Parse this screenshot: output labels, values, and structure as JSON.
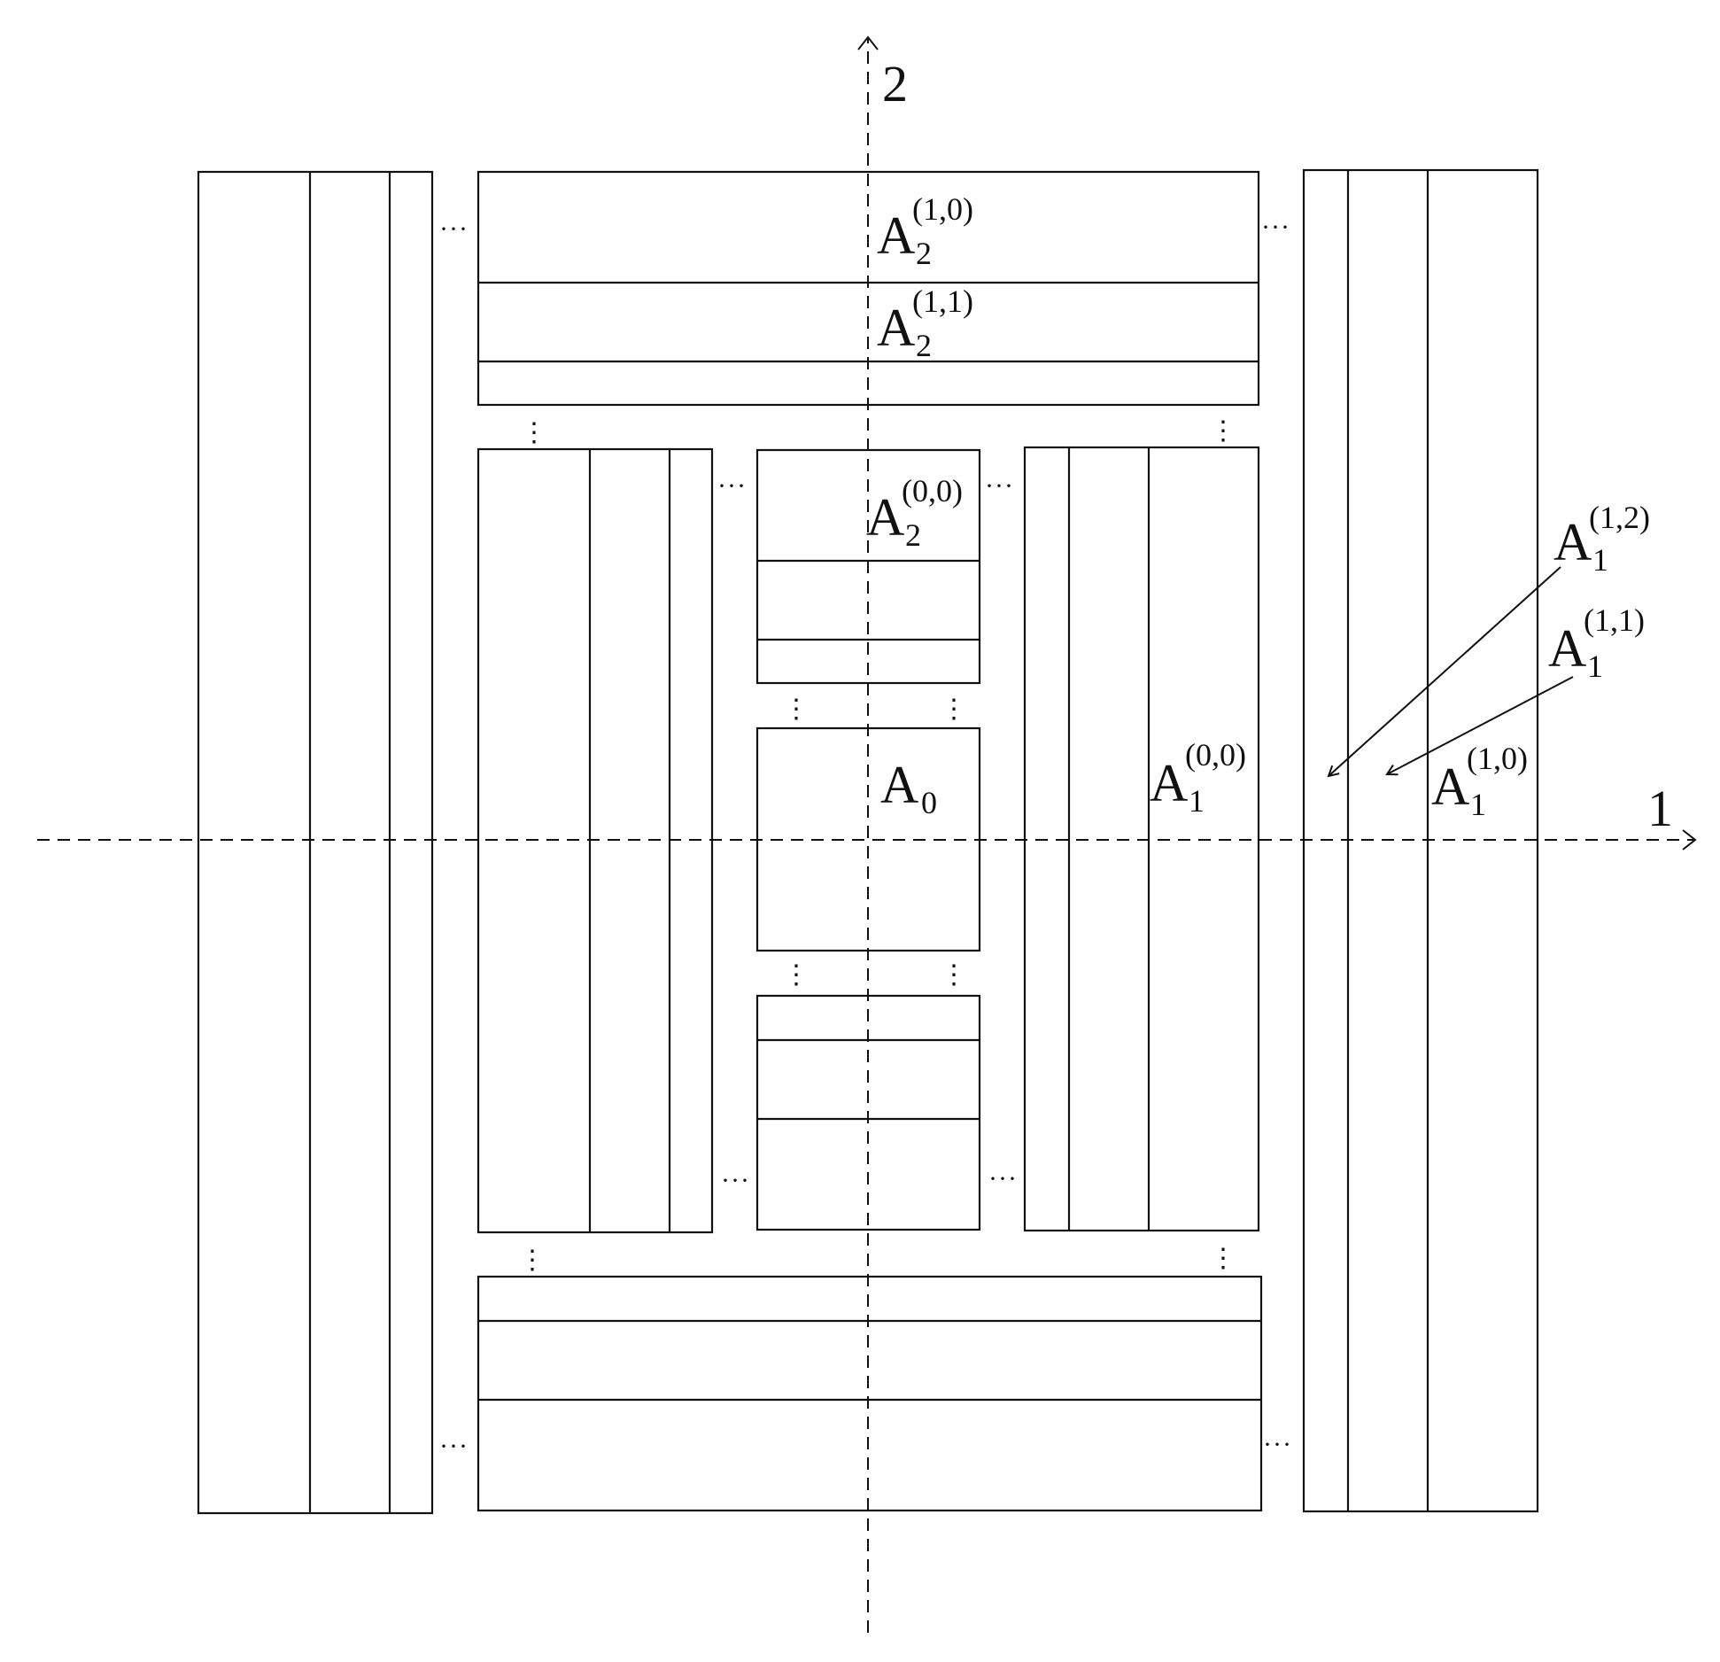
{
  "axes": {
    "horizontal_label": "1",
    "vertical_label": "2"
  },
  "labels": {
    "A0": {
      "base": "A",
      "sub": "0",
      "sup": ""
    },
    "A2_10": {
      "base": "A",
      "sub": "2",
      "sup": "(1,0)"
    },
    "A2_11": {
      "base": "A",
      "sub": "2",
      "sup": "(1,1)"
    },
    "A2_00": {
      "base": "A",
      "sub": "2",
      "sup": "(0,0)"
    },
    "A1_00": {
      "base": "A",
      "sub": "1",
      "sup": "(0,0)"
    },
    "A1_10": {
      "base": "A",
      "sub": "1",
      "sup": "(1,0)"
    },
    "A1_11": {
      "base": "A",
      "sub": "1",
      "sup": "(1,1)"
    },
    "A1_12": {
      "base": "A",
      "sub": "1",
      "sup": "(1,2)"
    }
  },
  "ellipsis": {
    "horizontal": "···",
    "vertical": "⋮"
  },
  "colors": {
    "stroke": "#111111",
    "background": "#ffffff"
  }
}
